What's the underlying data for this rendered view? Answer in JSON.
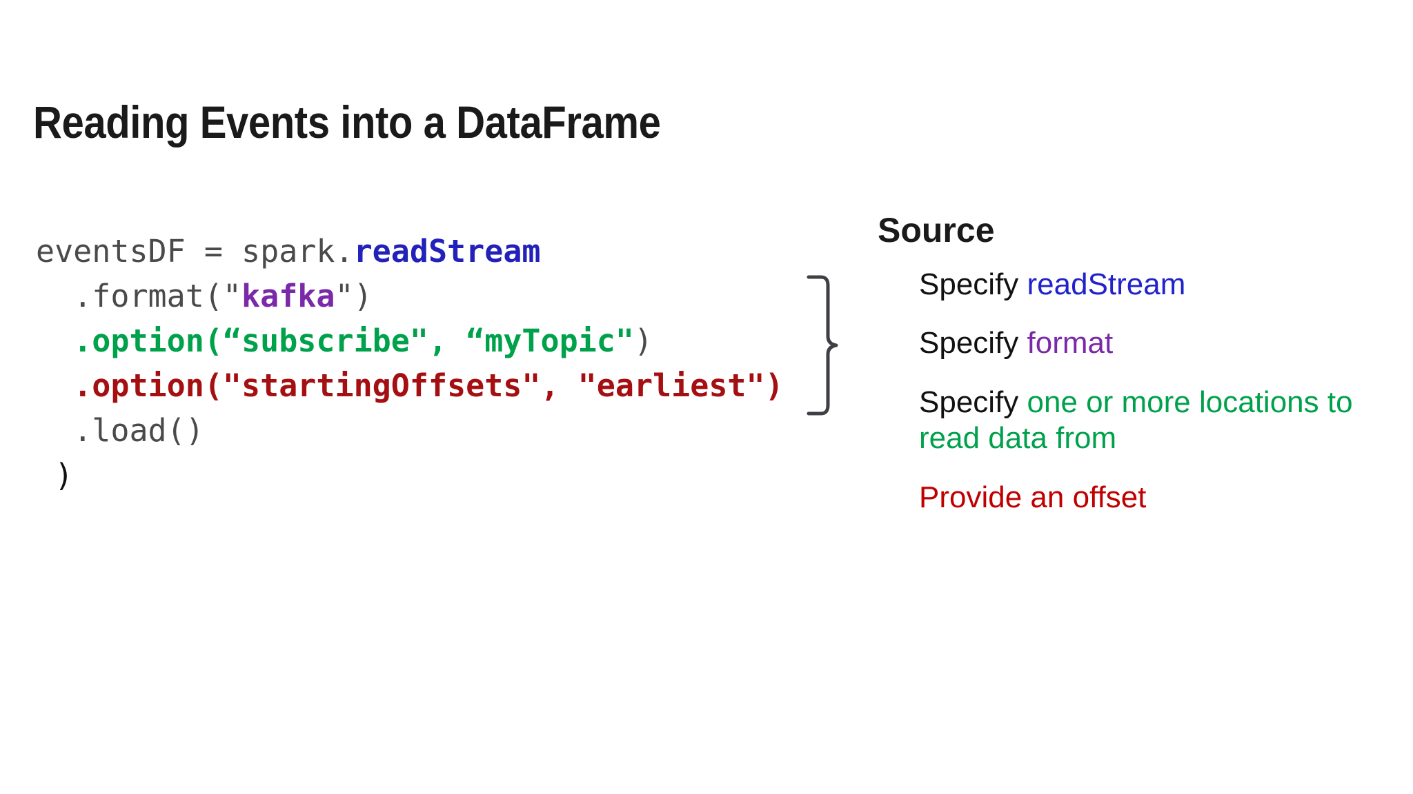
{
  "slide": {
    "title": "Reading Events into a DataFrame",
    "background_color": "#ffffff"
  },
  "code": {
    "language": "python",
    "lines": [
      {
        "id": "line-1",
        "segments": [
          {
            "text": "eventsDF = spark.",
            "color": "#4a4a4a",
            "style": "default"
          },
          {
            "text": "readStream",
            "color": "#2222bb",
            "style": "blue-bold"
          }
        ]
      },
      {
        "id": "line-2",
        "segments": [
          {
            "text": "  .format(\"",
            "color": "#4a4a4a",
            "style": "default"
          },
          {
            "text": "kafka",
            "color": "#7a29a8",
            "style": "purple-bold"
          },
          {
            "text": "\")",
            "color": "#4a4a4a",
            "style": "default"
          }
        ]
      },
      {
        "id": "line-3",
        "segments": [
          {
            "text": "  ",
            "color": "#4a4a4a",
            "style": "default"
          },
          {
            "text": ".option(“subscribe\", “myTopic\"",
            "color": "#00a14b",
            "style": "green-bold"
          },
          {
            "text": ")",
            "color": "#4a4a4a",
            "style": "default"
          }
        ]
      },
      {
        "id": "line-4",
        "segments": [
          {
            "text": "  ",
            "color": "#4a4a4a",
            "style": "default"
          },
          {
            "text": ".option(\"startingOffsets\", \"earliest\")",
            "color": "#a50f12",
            "style": "red-bold"
          }
        ]
      },
      {
        "id": "line-5",
        "segments": [
          {
            "text": "  .load()",
            "color": "#4a4a4a",
            "style": "default"
          }
        ]
      },
      {
        "id": "line-6",
        "segments": [
          {
            "text": " )",
            "color": "#111111",
            "style": "black"
          }
        ]
      }
    ]
  },
  "brace": {
    "icon": "curly-brace-right-icon",
    "color": "#3f3f46"
  },
  "source": {
    "heading": "Source",
    "items": [
      {
        "id": "bullet-readstream",
        "segments": [
          {
            "text": "Specify ",
            "color": "#111111",
            "style": "black"
          },
          {
            "text": "readStream",
            "color": "#2222cc",
            "style": "blue"
          }
        ]
      },
      {
        "id": "bullet-format",
        "segments": [
          {
            "text": "Specify ",
            "color": "#111111",
            "style": "black"
          },
          {
            "text": "format",
            "color": "#7a29a8",
            "style": "purple"
          }
        ]
      },
      {
        "id": "bullet-locations",
        "segments": [
          {
            "text": "Specify ",
            "color": "#111111",
            "style": "black"
          },
          {
            "text": "one or more locations to read data from",
            "color": "#00a14b",
            "style": "green"
          }
        ]
      },
      {
        "id": "bullet-offset",
        "segments": [
          {
            "text": "Provide an offset",
            "color": "#c00000",
            "style": "red"
          }
        ]
      }
    ]
  }
}
